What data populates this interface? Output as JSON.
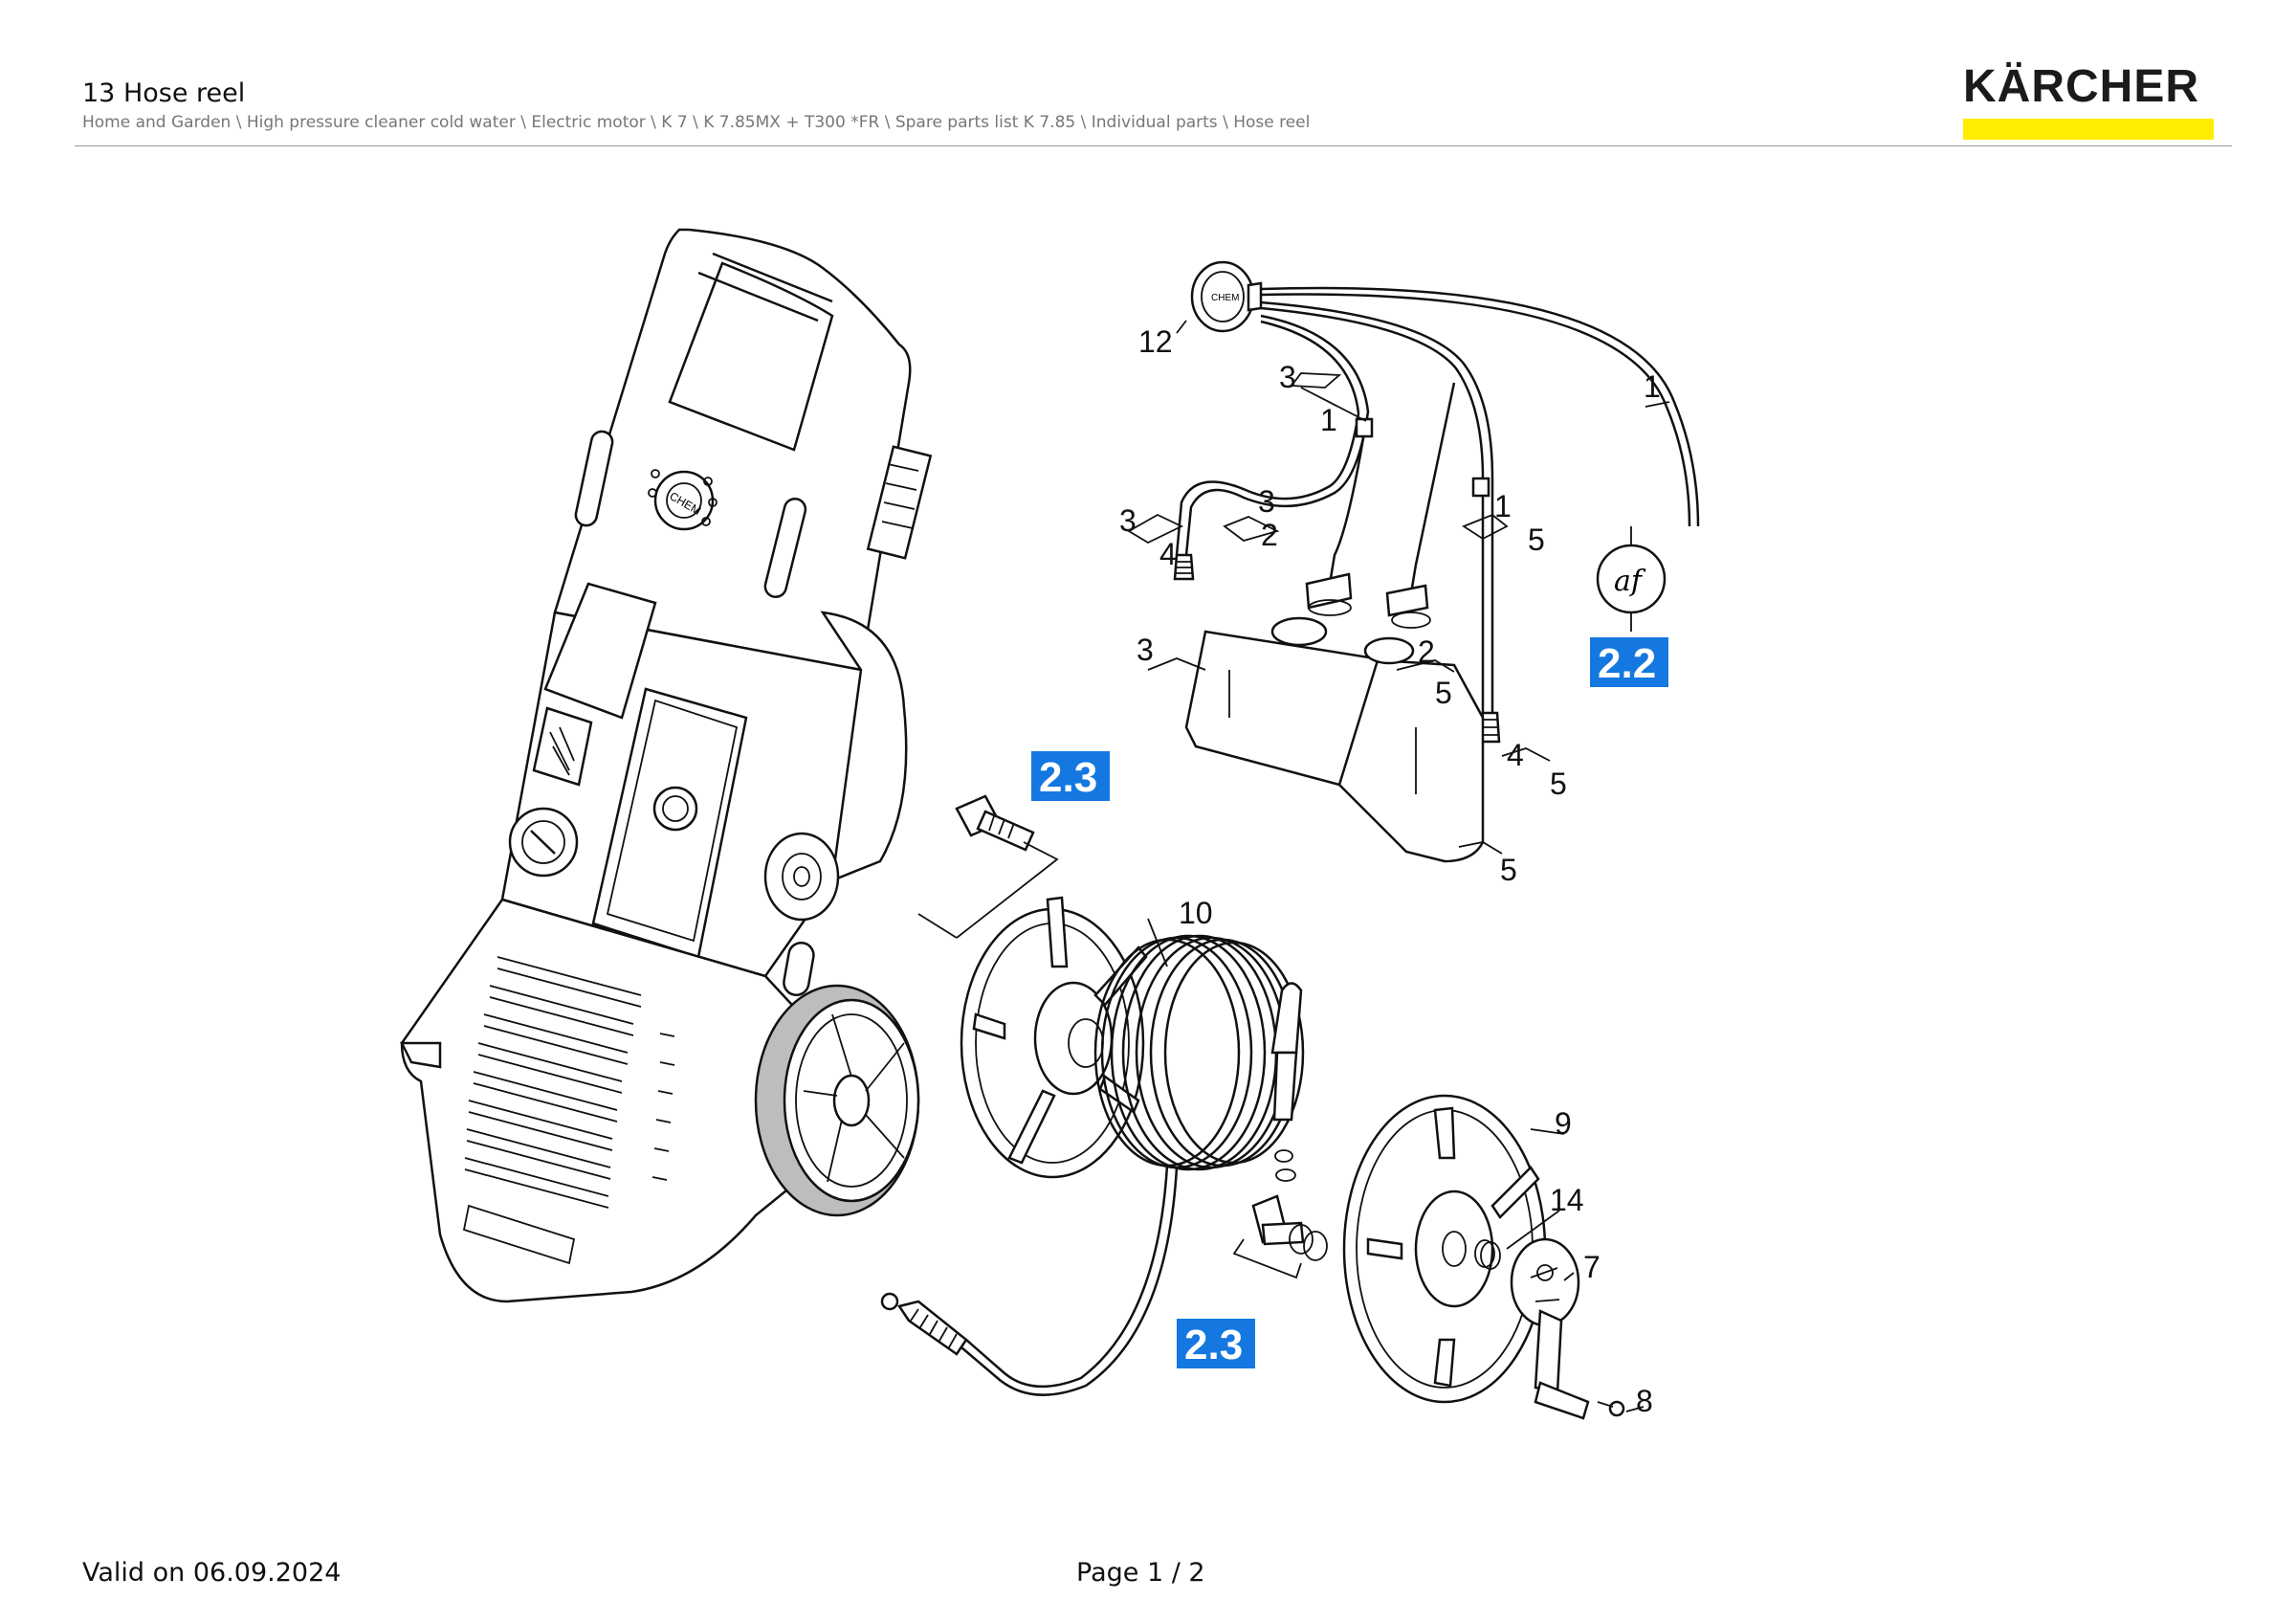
{
  "header": {
    "title": "13 Hose reel",
    "breadcrumb": "Home and Garden \\ High pressure cleaner cold water \\ Electric motor \\ K 7 \\ K 7.85MX + T300 *FR \\ Spare parts list K 7.85 \\ Individual parts \\ Hose reel"
  },
  "logo": {
    "text": "KÄRCHER",
    "bar_color": "#ffed00"
  },
  "diagram": {
    "badge_color": "#1478e0",
    "badges": [
      "2.2",
      "2.3",
      "2.3"
    ],
    "labels": [
      "12",
      "3",
      "1",
      "1",
      "3",
      "2",
      "3",
      "4",
      "1",
      "5",
      "3",
      "2",
      "5",
      "4",
      "5",
      "5",
      "10",
      "9",
      "14",
      "7",
      "8"
    ],
    "panel_text": [
      "CHEM",
      "CHEM"
    ],
    "symbol_text": "af"
  },
  "footer": {
    "valid": "Valid on 06.09.2024",
    "page": "Page 1 / 2"
  }
}
